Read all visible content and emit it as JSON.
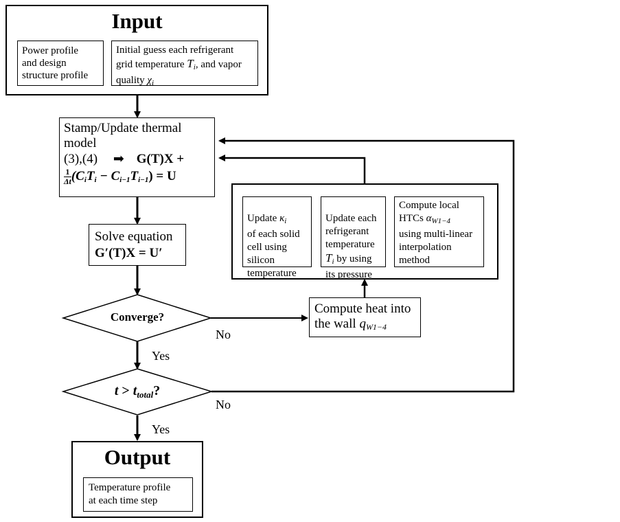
{
  "input": {
    "title": "Input",
    "power_box": "Power profile\nand design\nstructure profile",
    "guess_box_line1": "Initial guess each refrigerant",
    "guess_box_line2": "grid temperature ",
    "guess_box_T": "T",
    "guess_box_Tsub": "i",
    "guess_box_line2b": ", and vapor",
    "guess_box_line3": "quality ",
    "guess_box_chi": "χ",
    "guess_box_chisub": "i"
  },
  "stamp": {
    "line1": "Stamp/Update thermal",
    "line2": "model",
    "line3_left": "(3),(4)",
    "arrow_glyph": "➡",
    "line3_eq": "G(T)X +",
    "line4_frac_num": "1",
    "line4_frac_den": "Δt",
    "line4_eq": "(C",
    "line4_rest": "T",
    "line4_minus": " − C",
    "line4_rest2": "T",
    "line4_end": ") = U",
    "sub_i": "i",
    "sub_im1": "i−1"
  },
  "solve": {
    "line1": "Solve equation",
    "line2": "G′(T)X = U′"
  },
  "converge": {
    "label": "Converge?"
  },
  "time_check": {
    "t": "t",
    "gt": " > ",
    "t2": "t",
    "sub": "total",
    "q": "?"
  },
  "heat": {
    "line1": "Compute heat into",
    "line2": "the wall ",
    "q": "q",
    "qsub": "W1−4"
  },
  "update_group": {
    "kappa_box": {
      "line1": "Update ",
      "kappa": "κ",
      "kappa_sub": "i",
      "rest": "of each solid\ncell using\nsilicon\ntemperature"
    },
    "refrig_box": {
      "text1": "Update each\nrefrigerant\ntemperature",
      "T": "T",
      "Tsub": "i",
      "text2": " by using",
      "text3": "its pressure"
    },
    "htc_box": {
      "line1": "Compute local",
      "line2a": "HTCs ",
      "alpha": "α",
      "alpha_sub": "W1−4",
      "line3": "using multi-linear\ninterpolation\nmethod"
    }
  },
  "labels": {
    "no1": "No",
    "yes1": "Yes",
    "no2": "No",
    "yes2": "Yes"
  },
  "output": {
    "title": "Output",
    "profile_box": "Temperature profile\nat each time step"
  }
}
